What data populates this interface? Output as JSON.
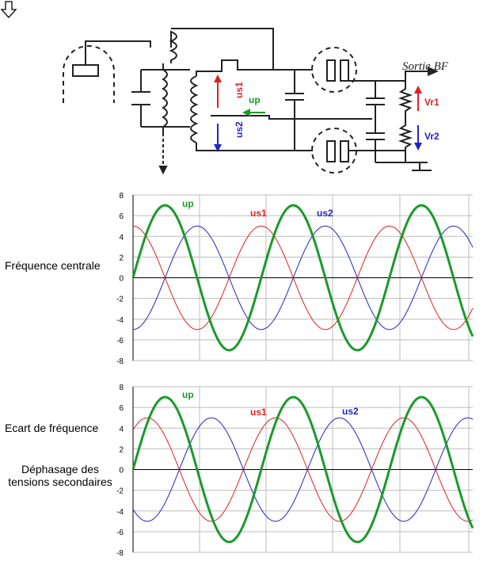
{
  "schematic": {
    "sortie_label": "Sortie BF",
    "us1_label": "us1",
    "us2_label": "us2",
    "up_label": "up",
    "vr1_label": "Vr1",
    "vr2_label": "Vr2"
  },
  "labels": {
    "center_freq": "Fréquence centrale",
    "freq_offset": "Ecart de fréquence",
    "dephase_line1": "Déphasage des",
    "dephase_line2": "tensions secondaires"
  },
  "colors": {
    "up": "#1a9a2a",
    "us1": "#e21f1f",
    "us2": "#2323c8",
    "grid": "#bdbdbd"
  },
  "chart_data": [
    {
      "type": "line",
      "title": "",
      "xlabel": "",
      "ylabel": "",
      "ylim": [
        -8,
        8
      ],
      "yticks": [
        -8,
        -6,
        -4,
        -2,
        0,
        2,
        4,
        6,
        8
      ],
      "x_periods": 2.65,
      "grid": true,
      "series": [
        {
          "name": "up",
          "amplitude": 7,
          "phase_deg": 0,
          "color_key": "up",
          "width": 3
        },
        {
          "name": "us1",
          "amplitude": 5,
          "phase_deg": 90,
          "color_key": "us1",
          "width": 1
        },
        {
          "name": "us2",
          "amplitude": 5,
          "phase_deg": -90,
          "color_key": "us2",
          "width": 1
        }
      ]
    },
    {
      "type": "line",
      "title": "",
      "xlabel": "",
      "ylabel": "",
      "ylim": [
        -8,
        8
      ],
      "yticks": [
        -8,
        -6,
        -4,
        -2,
        0,
        2,
        4,
        6,
        8
      ],
      "x_periods": 2.65,
      "grid": true,
      "series": [
        {
          "name": "up",
          "amplitude": 7,
          "phase_deg": 0,
          "color_key": "up",
          "width": 3
        },
        {
          "name": "us1",
          "amplitude": 5,
          "phase_deg": 50,
          "color_key": "us1",
          "width": 1
        },
        {
          "name": "us2",
          "amplitude": 5,
          "phase_deg": -130,
          "color_key": "us2",
          "width": 1
        }
      ]
    }
  ]
}
